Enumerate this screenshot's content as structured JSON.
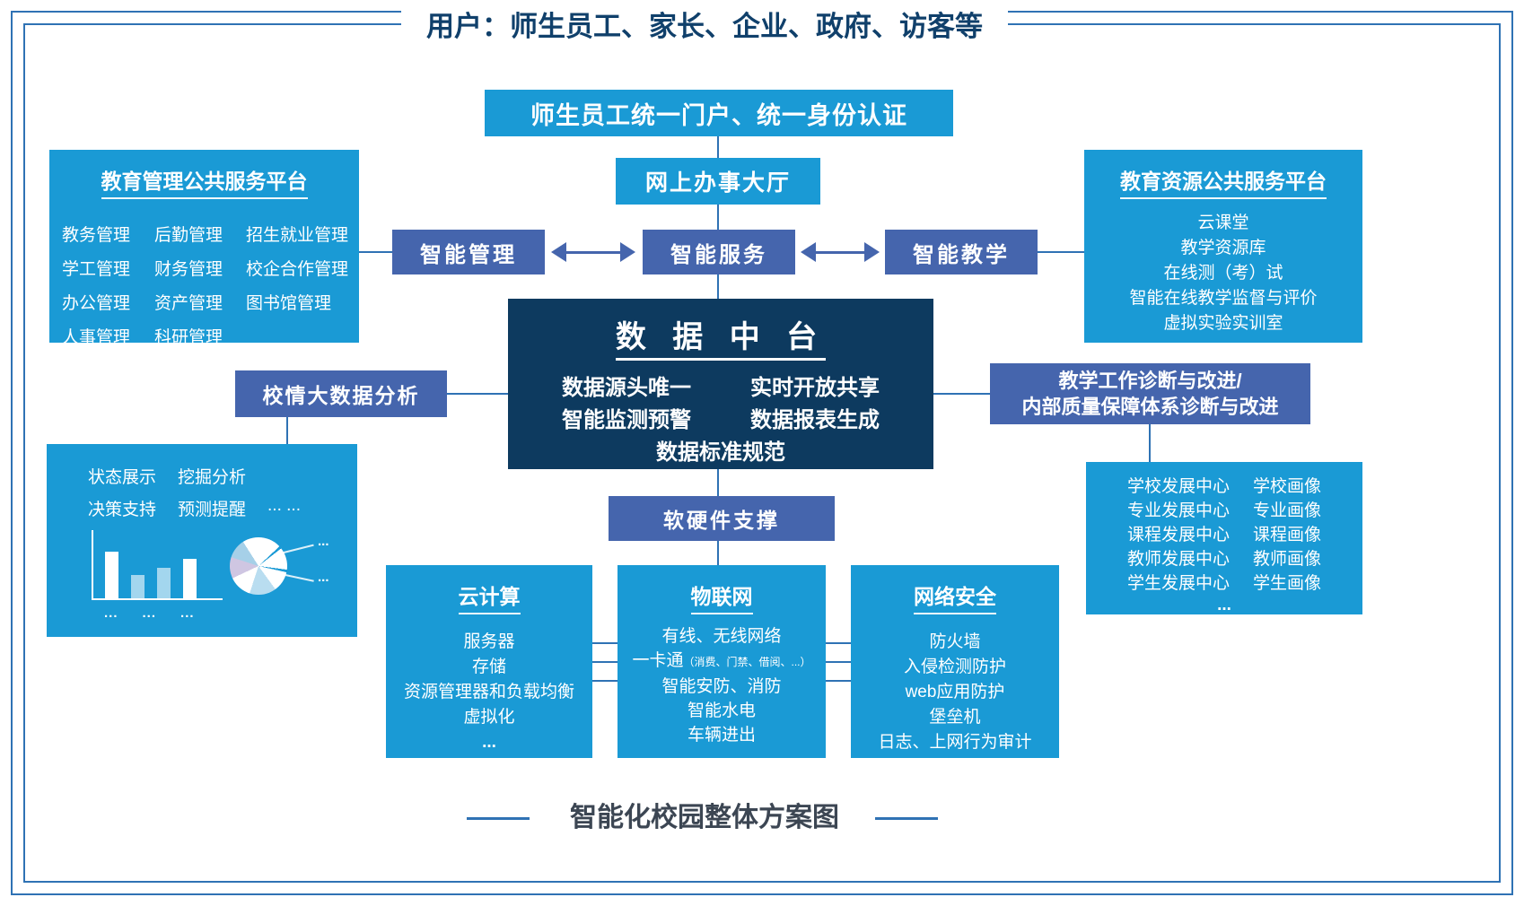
{
  "colors": {
    "bright_blue": "#1a9ad5",
    "slate_blue": "#4565ad",
    "dark_navy": "#0d3a5f",
    "line_blue": "#2f72b4",
    "title_navy": "#10406b",
    "footer_gray": "#3c4653"
  },
  "frame": {
    "top_title": "用户：师生员工、家长、企业、政府、访客等",
    "bottom_title": "智能化校园整体方案图"
  },
  "portal": "师生员工统一门户、统一身份认证",
  "service_hall": "网上办事大厅",
  "smart": {
    "management": "智能管理",
    "service": "智能服务",
    "teaching": "智能教学"
  },
  "edu_mgmt": {
    "title": "教育管理公共服务平台",
    "items": [
      "教务管理",
      "后勤管理",
      "招生就业管理",
      "学工管理",
      "财务管理",
      "校企合作管理",
      "办公管理",
      "资产管理",
      "图书馆管理",
      "人事管理",
      "科研管理"
    ]
  },
  "edu_res": {
    "title": "教育资源公共服务平台",
    "items": [
      "云课堂",
      "教学资源库",
      "在线测（考）试",
      "智能在线教学监督与评价",
      "虚拟实验实训室",
      "..."
    ]
  },
  "data_center": {
    "title": "数 据 中 台",
    "rows": [
      [
        "数据源头唯一",
        "实时开放共享"
      ],
      [
        "智能监测预警",
        "数据报表生成"
      ]
    ],
    "bottom": "数据标准规范"
  },
  "campus_analysis": "校情大数据分析",
  "analysis": {
    "keywords_row1": [
      "状态展示",
      "挖掘分析"
    ],
    "keywords_row2": [
      "决策支持",
      "预测提醒",
      "... ..."
    ],
    "bars": [
      {
        "h": 52
      },
      {
        "h": 26,
        "dim": true
      },
      {
        "h": 34,
        "dim": true
      },
      {
        "h": 44
      }
    ],
    "bar_ellipsis": [
      "...",
      "...",
      "..."
    ],
    "pie_ellipsis": [
      "...",
      "..."
    ]
  },
  "diagnosis": {
    "line1": "教学工作诊断与改进/",
    "line2": "内部质量保障体系诊断与改进"
  },
  "development": {
    "rows": [
      [
        "学校发展中心",
        "学校画像"
      ],
      [
        "专业发展中心",
        "专业画像"
      ],
      [
        "课程发展中心",
        "课程画像"
      ],
      [
        "教师发展中心",
        "教师画像"
      ],
      [
        "学生发展中心",
        "学生画像"
      ]
    ],
    "more": "..."
  },
  "support": "软硬件支撑",
  "cloud": {
    "title": "云计算",
    "items": [
      "服务器",
      "存储",
      "资源管理器和负载均衡",
      "虚拟化",
      "..."
    ]
  },
  "iot": {
    "title": "物联网",
    "item0": "有线、无线网络",
    "card_main": "一卡通",
    "card_note": "（消费、门禁、借阅、...）",
    "item2": "智能安防、消防",
    "item3": "智能水电",
    "item4": "车辆进出",
    "more": "..."
  },
  "security": {
    "title": "网络安全",
    "items": [
      "防火墙",
      "入侵检测防护",
      "web应用防护",
      "堡垒机",
      "日志、上网行为审计",
      "..."
    ]
  }
}
